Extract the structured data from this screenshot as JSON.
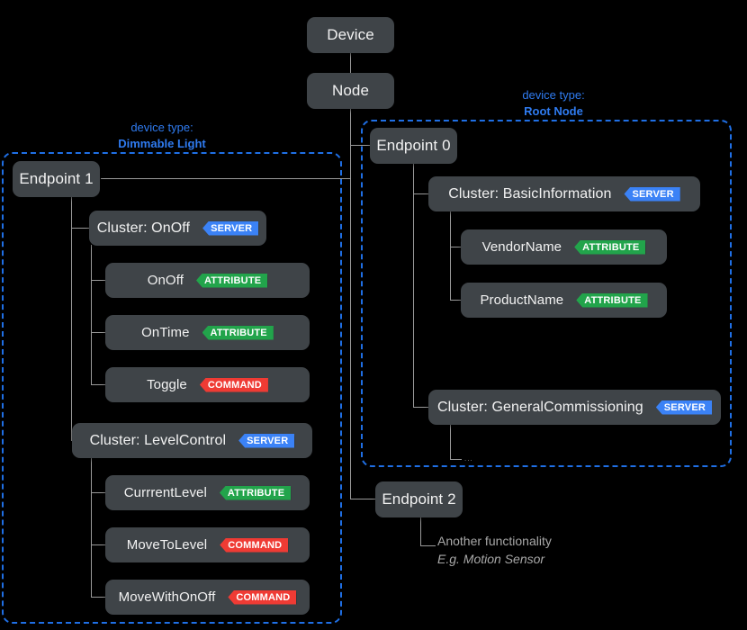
{
  "diagram": {
    "title_nodes": {
      "device": "Device",
      "node": "Node"
    },
    "groups": [
      {
        "name": "dimmable-light",
        "label_line1": "device type:",
        "label_line2": "Dimmable Light",
        "color": "#2f7bf0"
      },
      {
        "name": "root-node",
        "label_line1": "device type:",
        "label_line2": "Root Node",
        "color": "#2f7bf0"
      }
    ],
    "endpoints": {
      "endpoint0": "Endpoint 0",
      "endpoint1": "Endpoint 1",
      "endpoint2": "Endpoint 2"
    },
    "clusters": {
      "onoff": "Cluster: OnOff",
      "levelcontrol": "Cluster: LevelControl",
      "basicinformation": "Cluster: BasicInformation",
      "generalcommissioning": "Cluster: GeneralCommissioning"
    },
    "items": {
      "onoff_attr": "OnOff",
      "ontime_attr": "OnTime",
      "toggle_cmd": "Toggle",
      "currentlevel_attr": "CurrrentLevel",
      "movetolevel_cmd": "MoveToLevel",
      "movewithonoff_cmd": "MoveWithOnOff",
      "vendorname_attr": "VendorName",
      "productname_attr": "ProductName"
    },
    "badges": {
      "server": "SERVER",
      "attribute": "ATTRIBUTE",
      "command": "COMMAND",
      "server_color": "#3b82f6",
      "attribute_color": "#22a44b",
      "command_color": "#ef3b34"
    },
    "notes": {
      "endpoint2_line1": "Another functionality",
      "endpoint2_line2": "E.g. Motion Sensor",
      "more_ellipsis": "..."
    },
    "palette": {
      "background": "#000000",
      "box_fill": "#3f4448",
      "box_text": "#f2f2f2",
      "connector": "#9a9a9a",
      "group_border": "#1f6fe5",
      "note_text": "#a8a8a8"
    }
  }
}
